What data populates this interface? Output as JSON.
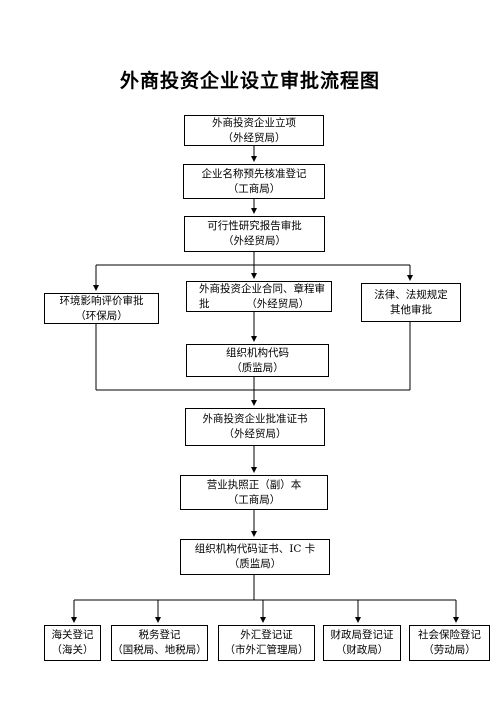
{
  "title": "外商投资企业设立审批流程图",
  "nodes": {
    "lixiang": {
      "line1": "外商投资企业立项",
      "line2": "（外经贸局）"
    },
    "mingcheng": {
      "line1": "企业名称预先核准登记",
      "line2": "（工商局）"
    },
    "kexing": {
      "line1": "可行性研究报告审批",
      "line2": "（外经贸局）"
    },
    "huanjing": {
      "line1": "环境影响评价审批",
      "line2": "（环保局）"
    },
    "hetong": {
      "line1": "外商投资企业合同、章程审",
      "line2": "批　　　　（外经贸局）"
    },
    "falv": {
      "line1": "法律、法规规定",
      "line2": "其他审批"
    },
    "zuzhi": {
      "line1": "组织机构代码",
      "line2": "（质监局）"
    },
    "pizhun": {
      "line1": "外商投资企业批准证书",
      "line2": "（外经贸局）"
    },
    "yingye": {
      "line1": "营业执照正（副）本",
      "line2": "（工商局）"
    },
    "daima": {
      "line1": "组织机构代码证书、IC 卡",
      "line2": "（质监局）"
    },
    "haiguan": {
      "line1": "海关登记",
      "line2": "（海关）"
    },
    "shuiwu": {
      "line1": "税务登记",
      "line2": "（国税局、地税局）"
    },
    "waihui": {
      "line1": "外汇登记证",
      "line2": "（市外汇管理局）"
    },
    "caizheng": {
      "line1": "财政局登记证",
      "line2": "（财政局）"
    },
    "shehui": {
      "line1": "社会保险登记",
      "line2": "（劳动局）"
    }
  }
}
